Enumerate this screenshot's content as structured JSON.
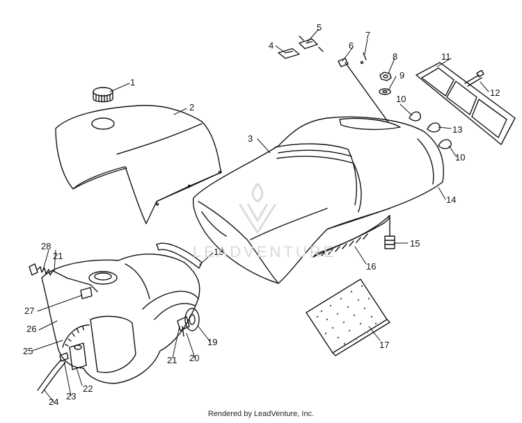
{
  "diagram": {
    "callouts": [
      "1",
      "2",
      "3",
      "4",
      "5",
      "6",
      "7",
      "8",
      "9",
      "10",
      "10",
      "11",
      "12",
      "13",
      "14",
      "15",
      "16",
      "17",
      "18",
      "19",
      "20",
      "21",
      "21",
      "22",
      "23",
      "24",
      "25",
      "26",
      "27",
      "28"
    ]
  },
  "watermark": {
    "text": "LEADVENTURE"
  },
  "footer": {
    "text": "Rendered by LeadVenture, Inc."
  }
}
